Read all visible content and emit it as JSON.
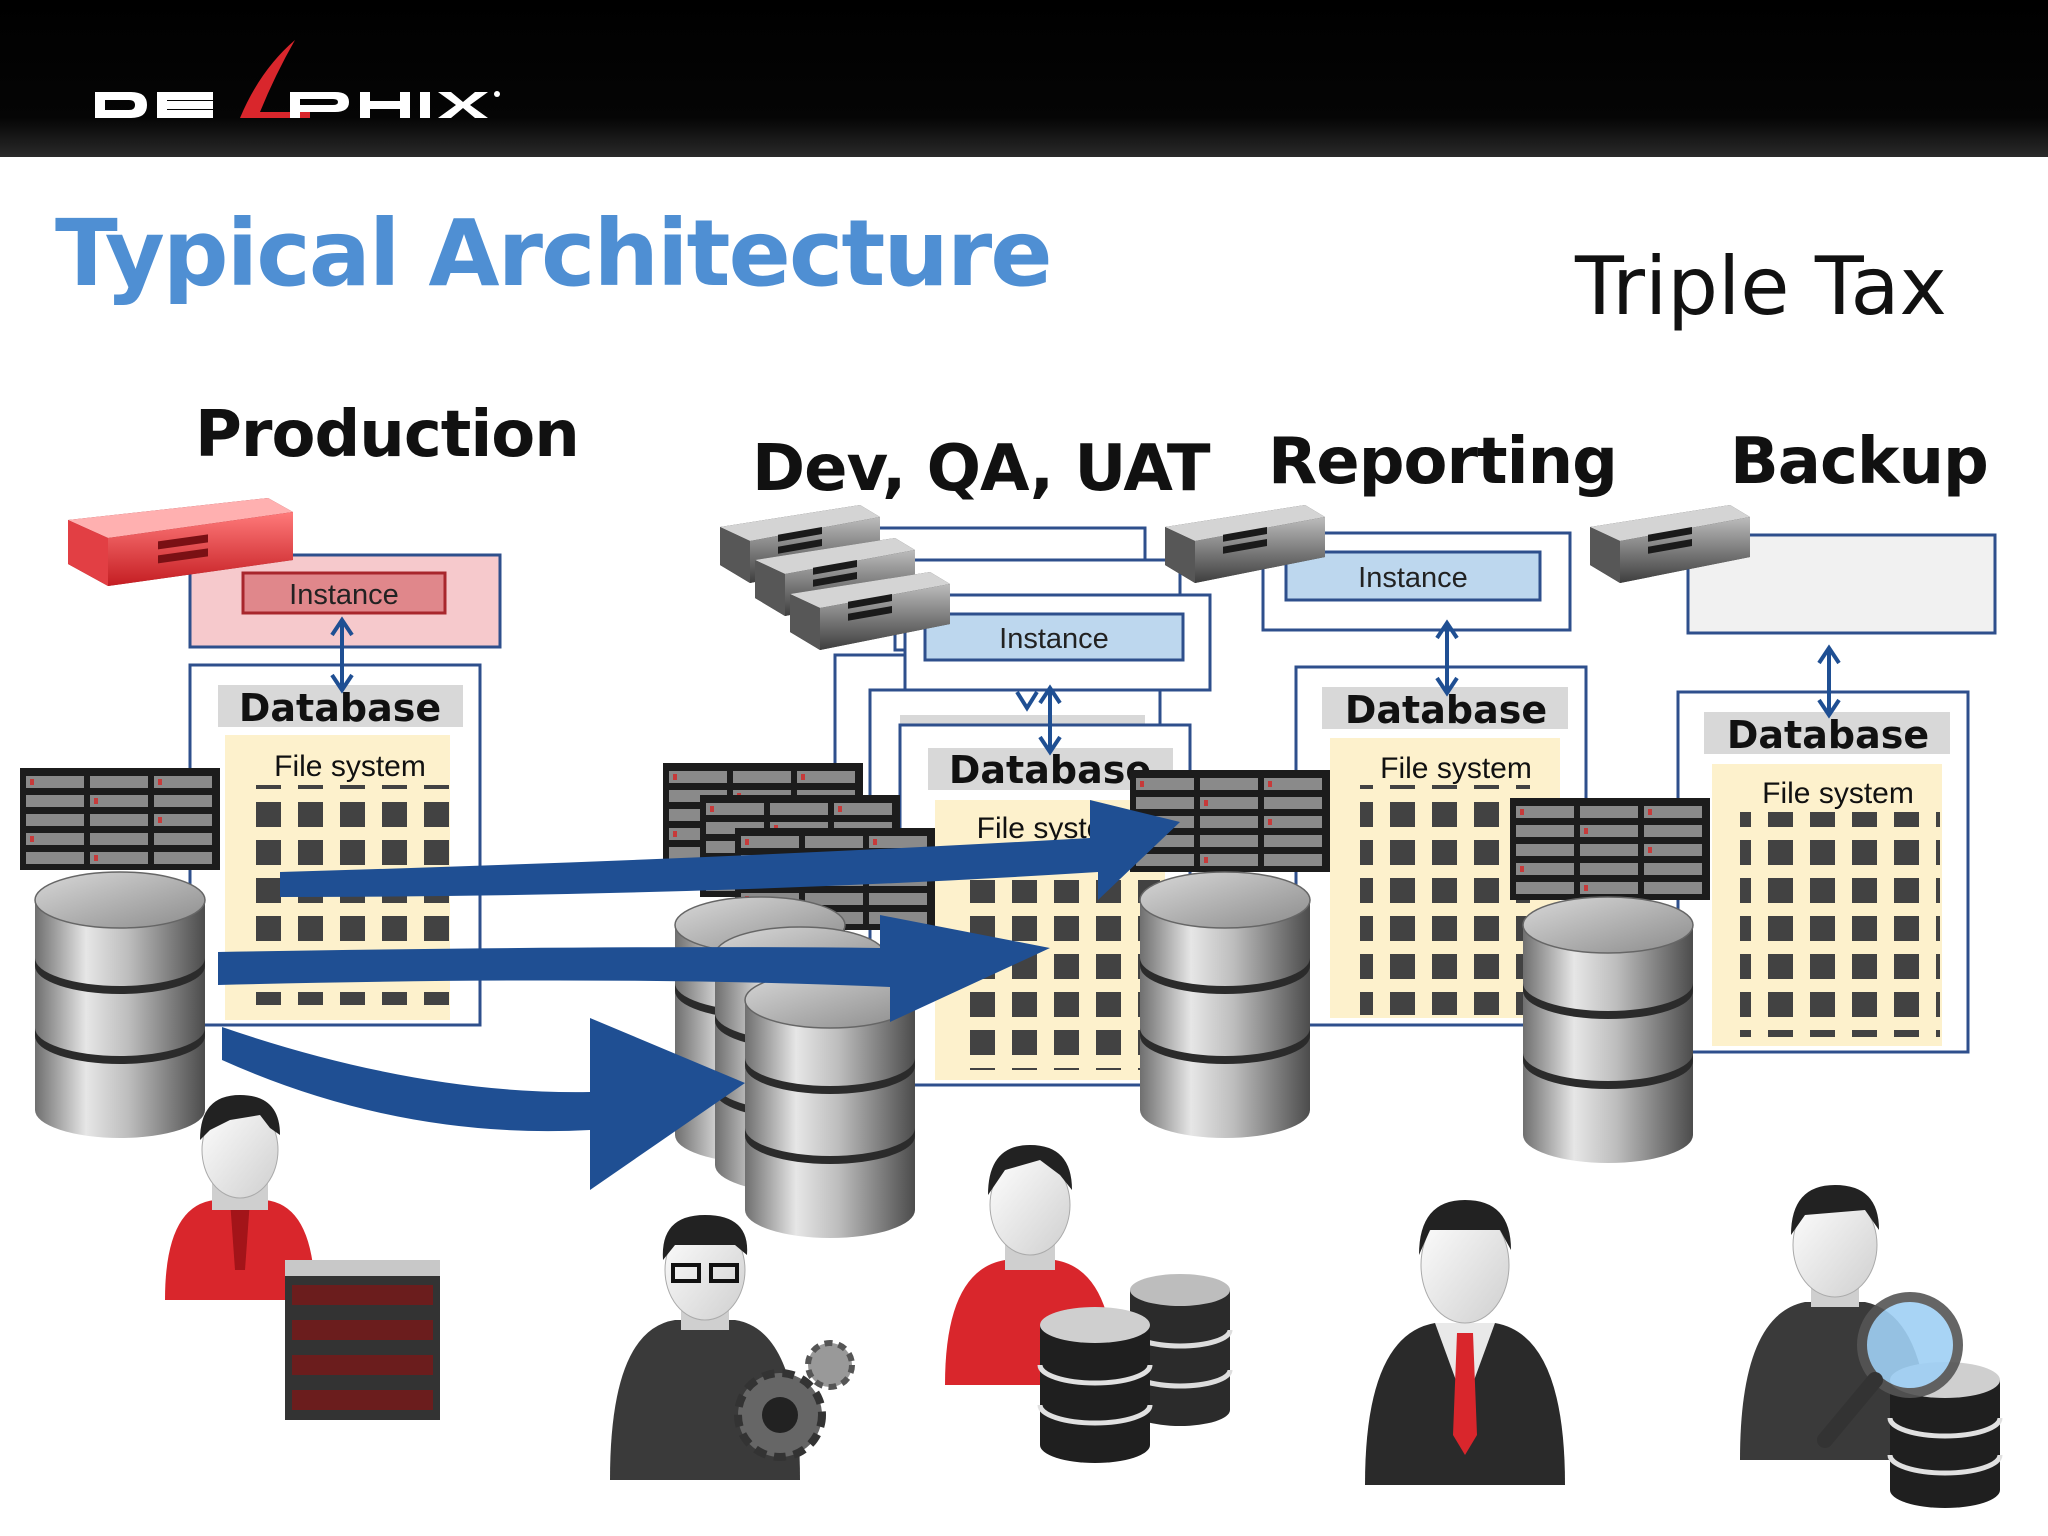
{
  "header": {
    "logo_text": "DELPHIX"
  },
  "slide": {
    "title": "Typical Architecture",
    "subtitle": "Triple Tax"
  },
  "environments": [
    {
      "label": "Production",
      "instance_label": "Instance",
      "database_label": "Database",
      "filesystem_label": "File system"
    },
    {
      "label": "Dev, QA, UAT",
      "instance_label": "Instance",
      "database_label": "Database",
      "filesystem_label": "File syste"
    },
    {
      "label": "Reporting",
      "instance_label": "Instance",
      "database_label": "Database",
      "filesystem_label": "File system"
    },
    {
      "label": "Backup",
      "database_label": "Database",
      "filesystem_label": "File system"
    }
  ],
  "colors": {
    "title": "#4f8fd3",
    "arrow": "#1f4f93",
    "production_red": "#d9262c",
    "instance_blue": "#bdd7ee",
    "filesystem_fill": "#fdf1cc"
  },
  "people": [
    {
      "icon": "dba-person-icon"
    },
    {
      "icon": "developer-person-icon"
    },
    {
      "icon": "qa-person-icon"
    },
    {
      "icon": "manager-person-icon"
    },
    {
      "icon": "analyst-person-icon"
    }
  ]
}
